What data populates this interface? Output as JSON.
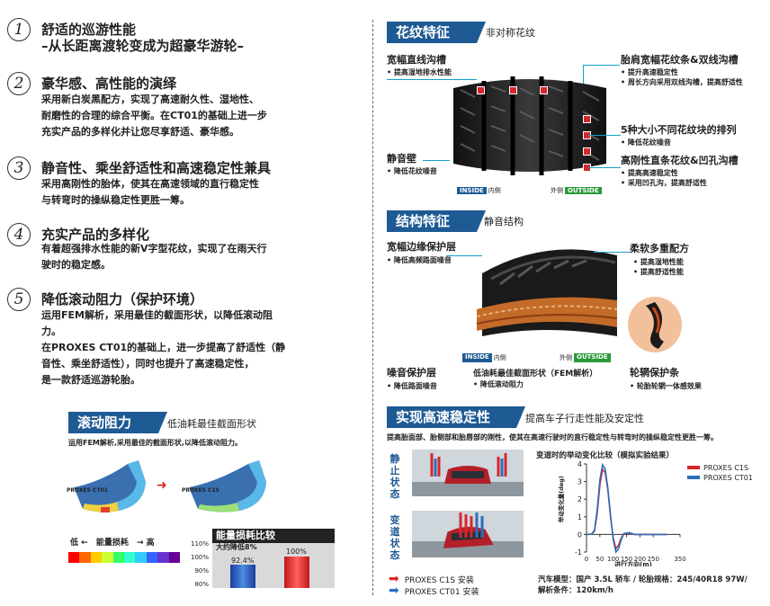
{
  "left": {
    "features": [
      {
        "num": "1",
        "title": "舒适的巡游性能",
        "subtitle": "–从长距离渡轮变成为超豪华游轮–",
        "body": []
      },
      {
        "num": "2",
        "title": "豪华感、高性能的演绎",
        "body": [
          "采用新白炭黑配方，实现了高速耐久性、湿地性、",
          "耐磨性的合理的综合平衡。在CT01的基础上进一步",
          "充实产品的多样化并让您尽享舒适、豪华感。"
        ]
      },
      {
        "num": "3",
        "title": "静音性、乘坐舒适性和高速稳定性兼具",
        "body": [
          "采用高刚性的胎体，使其在高速领域的直行稳定性",
          "与转弯时的操纵稳定性更胜一筹。"
        ]
      },
      {
        "num": "4",
        "title": "充实产品的多样化",
        "body": [
          "有着超强排水性能的新V字型花纹，实现了在雨天行",
          "驶时的稳定感。"
        ]
      },
      {
        "num": "5",
        "title": "降低滚动阻力（保护环境）",
        "body": [
          "运用FEM解析，采用最佳的截面形状，以降低滚动阻",
          "力。",
          "在PROXES  CT01的基础上，进一步提高了舒适性（静",
          "音性、乘坐舒适性），同时也提升了高速稳定性，",
          "是一款舒适巡游轮胎。"
        ]
      }
    ],
    "rolling": {
      "header": "滚动阻力",
      "subheader": "低油耗最佳截面形状",
      "desc": "运用FEM解析,采用最佳的截面形状,以降低滚动阻力。",
      "fem_left": "PROXES CT01",
      "fem_right": "PROXES C1S",
      "scale_label": "能量损耗",
      "scale_low": "低",
      "scale_high": "高",
      "energy_title": "能量损耗比较",
      "energy_note": "大约降低8%",
      "energy_ticks": [
        "110%",
        "100%",
        "90%",
        "80%"
      ],
      "energy_c1s": "92.4%",
      "energy_ct01": "100%"
    }
  },
  "right": {
    "pattern": {
      "header": "花纹特征",
      "subheader": "非对称花纹",
      "groove_title": "宽幅直线沟槽",
      "groove_sub": "• 提高湿地排水性能",
      "shoulder_title": "胎肩宽幅花纹条&双线沟槽",
      "shoulder_subs": [
        "• 提升高速稳定性",
        "• 周长方向采用双线沟槽，提高舒适性"
      ],
      "block_title": "5种大小不同花纹块的排列",
      "block_sub": "• 降低花纹噪音",
      "rib_title": "高刚性直条花纹&凹孔沟槽",
      "rib_subs": [
        "• 提高高速稳定性",
        "• 采用凹孔沟，提高舒适性"
      ],
      "sidewall_title": "静音壁",
      "sidewall_sub": "• 降低花纹噪音",
      "inside_tag": "INSIDE",
      "inside": "内侧",
      "outside": "外侧",
      "outside_tag": "OUTSIDE"
    },
    "structure": {
      "header": "结构特征",
      "subheader": "静音结构",
      "edge_title": "宽幅边缘保护层",
      "edge_sub": "• 降低高频路面噪音",
      "compound_title": "柔软多重配方",
      "compound_subs": [
        "• 提高湿地性能",
        "• 提高舒适性能"
      ],
      "noise_title": "噪音保护层",
      "noise_sub": "• 降低路面噪音",
      "cross_title": "低油耗最佳截面形状（FEM解析）",
      "cross_sub": "• 降低滚动阻力",
      "rim_title": "轮辋保护条",
      "rim_sub": "• 轮胎轮辋一体感效果",
      "inside_tag": "INSIDE",
      "inside": "内侧",
      "outside": "外侧",
      "outside_tag": "OUTSIDE"
    },
    "stability": {
      "header": "实现高速稳定性",
      "subheader": "提高车子行走性能及安定性",
      "desc": "提高胎面部、胎侧部和胎唇部的刚性，使其在高速行驶时的直行稳定性与转弯时的操纵稳定性更胜一筹。",
      "static_label": "静止状态",
      "turn_label": "变道状态",
      "legend_c1s": "PROXES C1S 安装",
      "legend_ct01": "PROXES CT01 安装",
      "chart_title": "变道时的举动变化比较（模拟实验结果）",
      "vehicle": "汽车模型：国产 3.5L 轿车 / 轮胎规格：245/40R18 97W/",
      "condition": "解析条件：120km/h"
    },
    "colors": {
      "c1s": "#d9262b",
      "ct01": "#2a6fbf",
      "header": "#1e5a94",
      "accent": "#14a0c8"
    }
  },
  "chart_data": {
    "type": "line",
    "title": "变道时的举动变化比较（模拟实验结果）",
    "xlabel": "进行方向(m)",
    "ylabel": "举动变化量(deg)",
    "xlim": [
      0,
      350
    ],
    "ylim": [
      -1,
      4
    ],
    "xticks": [
      0,
      50,
      100,
      150,
      200,
      250,
      350
    ],
    "yticks": [
      -1,
      0,
      1,
      2,
      3,
      4
    ],
    "grid": false,
    "legend": "top-right",
    "series": [
      {
        "name": "PROXES C1S",
        "color": "#d9262b",
        "x": [
          0,
          20,
          30,
          40,
          50,
          60,
          70,
          80,
          90,
          100,
          110,
          120,
          130,
          140,
          160,
          180,
          200,
          230,
          260,
          300
        ],
        "y": [
          0,
          0.02,
          0.2,
          1.2,
          2.8,
          3.7,
          3.5,
          2.5,
          1.0,
          -0.2,
          -0.8,
          -0.6,
          -0.2,
          0.05,
          0.05,
          0,
          0,
          0,
          0,
          0
        ]
      },
      {
        "name": "PROXES CT01",
        "color": "#2a6fbf",
        "x": [
          0,
          20,
          30,
          40,
          50,
          60,
          70,
          80,
          90,
          100,
          110,
          120,
          130,
          140,
          160,
          180,
          200,
          230,
          260,
          300
        ],
        "y": [
          0,
          0.02,
          0.25,
          1.4,
          3.1,
          3.95,
          3.7,
          2.6,
          1.1,
          -0.3,
          -1.0,
          -0.8,
          -0.3,
          0.05,
          0.1,
          0,
          0,
          0,
          0,
          0
        ]
      }
    ]
  }
}
